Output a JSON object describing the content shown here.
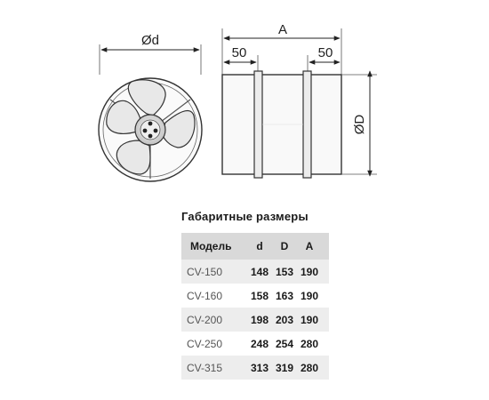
{
  "diagram": {
    "front_label": "Ød",
    "length_label": "A",
    "left_offset_label": "50",
    "right_offset_label": "50",
    "diameter_label": "ØD"
  },
  "table": {
    "title": "Габаритные размеры",
    "headers": [
      "Модель",
      "d",
      "D",
      "A"
    ],
    "rows": [
      [
        "CV-150",
        "148",
        "153",
        "190"
      ],
      [
        "CV-160",
        "158",
        "163",
        "190"
      ],
      [
        "CV-200",
        "198",
        "203",
        "190"
      ],
      [
        "CV-250",
        "248",
        "254",
        "280"
      ],
      [
        "CV-315",
        "313",
        "319",
        "280"
      ]
    ]
  },
  "colors": {
    "header_bg": "#d9d9d9",
    "row_alt_bg": "#ededed",
    "line": "#333333",
    "fan_fill": "#e6e6e6"
  }
}
